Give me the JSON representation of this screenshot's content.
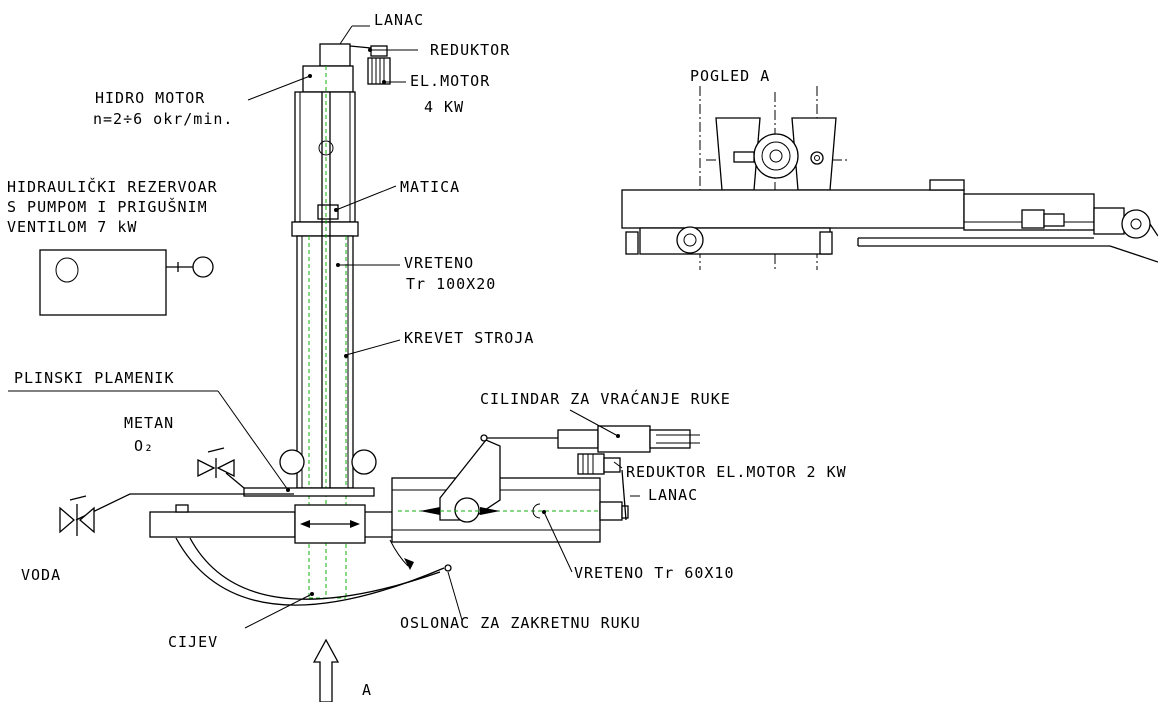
{
  "labels": {
    "lanac_top": "LANAC",
    "reduktor_top": "REDUKTOR",
    "el_motor_top": "EL.MOTOR",
    "el_motor_power": "4 KW",
    "hidro_motor": "HIDRO MOTOR",
    "hidro_motor_rpm": "n=2÷6 okr/min.",
    "hidr_rezervoar_1": "HIDRAULIČKI REZERVOAR",
    "hidr_rezervoar_2": "S PUMPOM I PRIGUŠNIM",
    "hidr_rezervoar_3": "VENTILOM 7 kW",
    "matica": "MATICA",
    "vreteno_main": "VRETENO",
    "vreteno_main_size": "Tr 100X20",
    "krevet_stroja": "KREVET STROJA",
    "plinski_plamenik": "PLINSKI PLAMENIK",
    "metan": "METAN",
    "o2": "O₂",
    "voda": "VODA",
    "cilindar": "CILINDAR ZA VRAĆANJE RUKE",
    "reduktor_bottom": "REDUKTOR EL.MOTOR 2 KW",
    "lanac_bottom": "LANAC",
    "vreteno_arm": "VRETENO Tr 60X10",
    "cijev": "CIJEV",
    "oslonac": "OSLONAC ZA ZAKRETNU RUKU",
    "view_arrow": "A",
    "pogled": "POGLED A"
  }
}
